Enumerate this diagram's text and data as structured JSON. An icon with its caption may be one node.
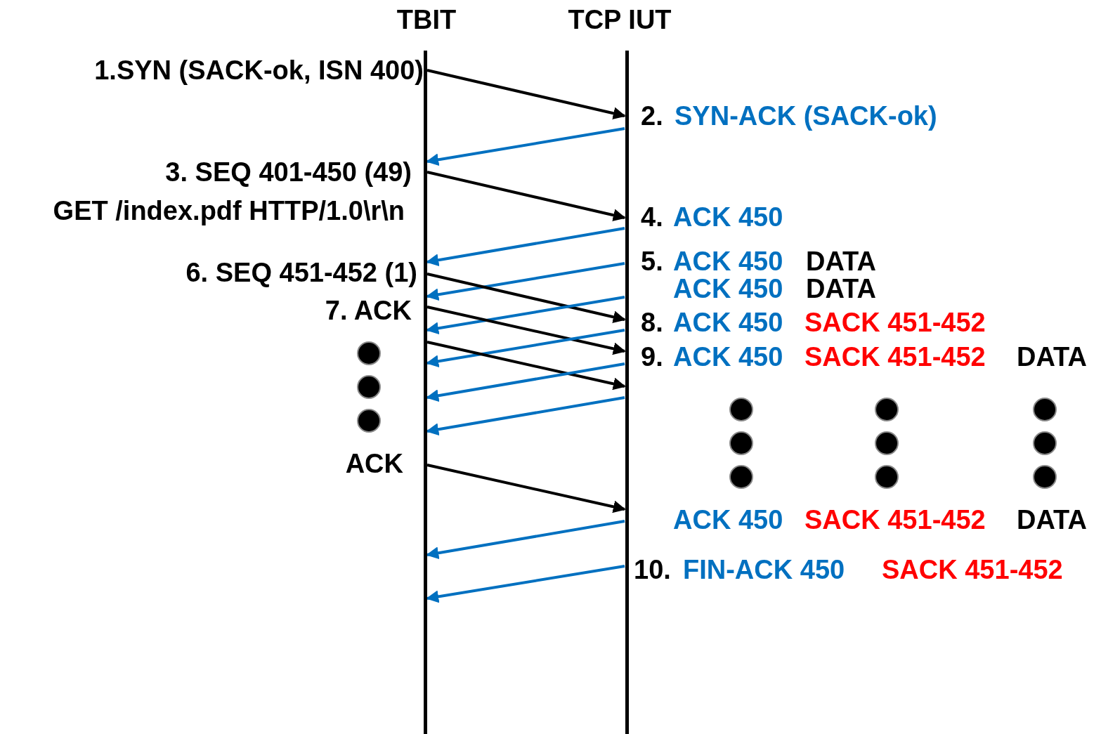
{
  "diagram": {
    "nodes": [
      {
        "text": [
          "TBIT"
        ]
      },
      {
        "text": [
          "TCP IUT"
        ]
      }
    ],
    "edges": [
      {
        "from": 0,
        "to": 1,
        "arrow": "to",
        "color": "#000000"
      },
      {
        "from": 1,
        "to": 0,
        "arrow": "to"
      },
      {
        "from": 0,
        "to": 1,
        "arrow": "to",
        "color": "#000000"
      },
      {
        "from": 1,
        "to": 0,
        "arrow": "to"
      },
      {
        "from": 1,
        "to": 0,
        "arrow": "to"
      },
      {
        "from": 0,
        "to": 1,
        "arrow": "to",
        "color": "#000000"
      },
      {
        "from": 1,
        "to": 0,
        "arrow": "to"
      },
      {
        "from": 0,
        "to": 1,
        "arrow": "to",
        "color": "#000000"
      },
      {
        "from": 1,
        "to": 0,
        "arrow": "to"
      },
      {
        "from": 0,
        "to": 1,
        "arrow": "to",
        "color": "#000000"
      },
      {
        "from": 1,
        "to": 0,
        "arrow": "to"
      },
      {
        "from": 1,
        "to": 0,
        "arrow": "to"
      },
      {
        "from": 0,
        "to": 1,
        "arrow": "to",
        "color": "#000000"
      },
      {
        "from": 1,
        "to": 0,
        "arrow": "to"
      },
      {
        "from": 1,
        "to": 0,
        "arrow": "to"
      }
    ],
    "labels": [
      "1.SYN (SACK-ok, ISN 400)",
      "2.",
      "SYN-ACK (SACK-ok)",
      "3. SEQ 401-450 (49)",
      "GET /index.pdf HTTP/1.0\\r\\n",
      "4.",
      "ACK 450",
      "5.",
      "ACK 450",
      "DATA",
      "6. SEQ 451-452 (1)",
      "ACK 450",
      "DATA",
      "7. ACK",
      "8.",
      "ACK 450",
      "SACK 451-452",
      "9.",
      "ACK 450",
      "SACK 451-452",
      "DATA",
      "ACK",
      "ACK 450",
      "SACK 451-452",
      "DATA",
      "10.",
      "FIN-ACK 450",
      "SACK 451-452"
    ]
  }
}
